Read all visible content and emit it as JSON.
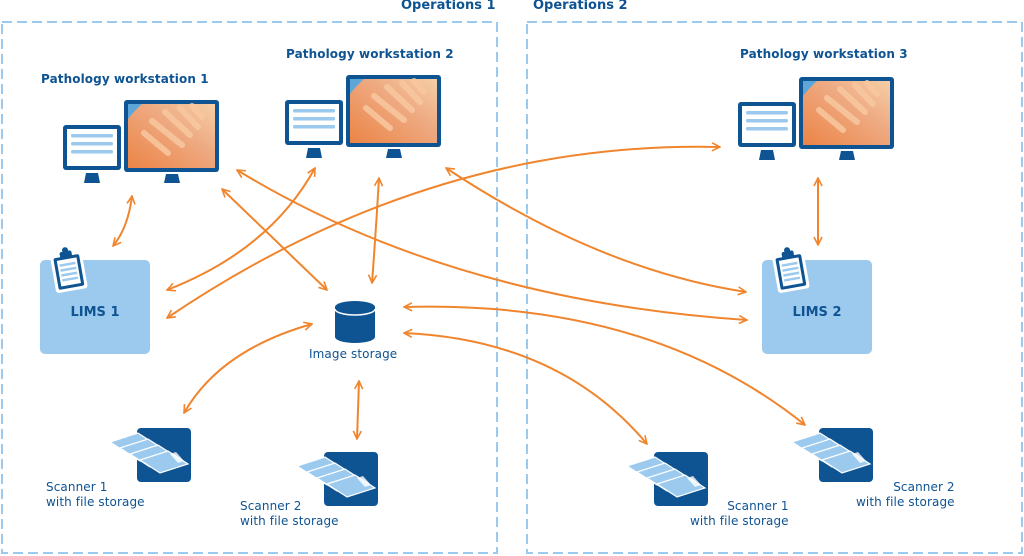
{
  "zones": [
    {
      "id": "operations-1",
      "title": "Operations 1"
    },
    {
      "id": "operations-2",
      "title": "Operations 2"
    }
  ],
  "nodes": {
    "pw1": {
      "label": "Pathology workstation 1",
      "type": "workstation"
    },
    "pw2": {
      "label": "Pathology workstation 2",
      "type": "workstation"
    },
    "pw3": {
      "label": "Pathology workstation 3",
      "type": "workstation"
    },
    "lims1": {
      "label": "LIMS 1",
      "type": "lims"
    },
    "lims2": {
      "label": "LIMS 2",
      "type": "lims"
    },
    "storage": {
      "label": "Image storage",
      "type": "database"
    },
    "op1_scanner1": {
      "line1": "Scanner 1",
      "line2": "with file storage",
      "type": "scanner"
    },
    "op1_scanner2": {
      "line1": "Scanner 2",
      "line2": "with file storage",
      "type": "scanner"
    },
    "op2_scanner1": {
      "line1": "Scanner 1",
      "line2": "with file storage",
      "type": "scanner"
    },
    "op2_scanner2": {
      "line1": "Scanner 2",
      "line2": "with file storage",
      "type": "scanner"
    }
  },
  "connections": [
    {
      "from": "pw1",
      "to": "lims1",
      "bidirectional": true
    },
    {
      "from": "pw1",
      "to": "storage",
      "bidirectional": true
    },
    {
      "from": "pw1",
      "to": "lims2",
      "bidirectional": true
    },
    {
      "from": "pw2",
      "to": "lims1",
      "bidirectional": true
    },
    {
      "from": "pw2",
      "to": "storage",
      "bidirectional": true
    },
    {
      "from": "pw2",
      "to": "lims2",
      "bidirectional": true
    },
    {
      "from": "pw3",
      "to": "lims1",
      "bidirectional": true
    },
    {
      "from": "pw3",
      "to": "lims2",
      "bidirectional": true
    },
    {
      "from": "storage",
      "to": "op1_scanner1",
      "bidirectional": true
    },
    {
      "from": "storage",
      "to": "op1_scanner2",
      "bidirectional": true
    },
    {
      "from": "storage",
      "to": "op2_scanner1",
      "bidirectional": true
    },
    {
      "from": "storage",
      "to": "op2_scanner2",
      "bidirectional": true
    }
  ],
  "colors": {
    "primary": "#0e5392",
    "light_blue": "#9ccaee",
    "zone_border": "#9ccaee",
    "arrow": "#f0852d",
    "screen_orange": "#ec8b52",
    "screen_light": "#f6cba3"
  }
}
